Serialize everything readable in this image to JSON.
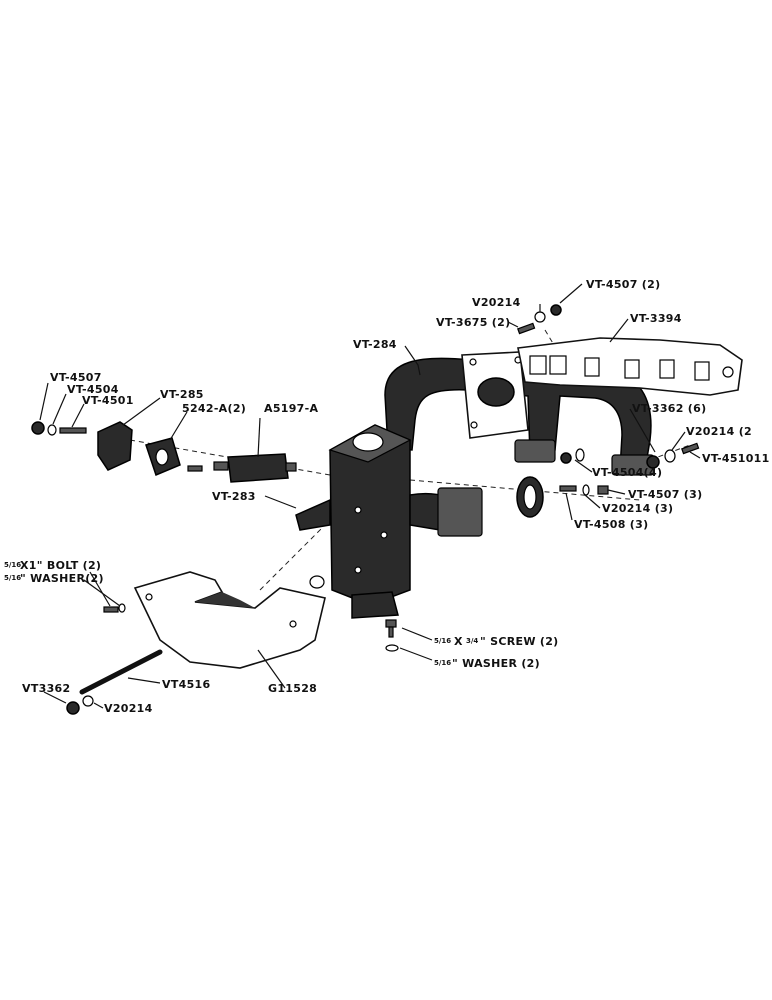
{
  "labels": {
    "vt4507_top": "VT-4507 (2)",
    "v20214_top": "V20214",
    "vt3675": "VT-3675 (2)",
    "vt3394": "VT-3394",
    "vt284": "VT-284",
    "vt3362_6": "VT-3362 (6)",
    "v20214_right": "V20214 (2",
    "vt451011": "VT-451011",
    "vt4504_4": "VT-4504(4)",
    "vt4507_3": "VT-4507 (3)",
    "v20214_3": "V20214 (3)",
    "vt4508_3": "VT-4508 (3)",
    "vt4507_left": "VT-4507",
    "vt4504_left": "VT-4504",
    "vt4501_left": "VT-4501",
    "vt285": "VT-285",
    "p5242a": "5242-A(2)",
    "a5197a": "A5197-A",
    "vt283": "VT-283",
    "bolt_rest": "X1\" BOLT (2)",
    "washer_rest": "\" WASHER(2)",
    "frac_bolt": "5/16",
    "frac_washer": "5/16",
    "screw_rest": "\" SCREW (2)",
    "washer2_rest": "\" WASHER (2)",
    "frac_screw_a": "5/16",
    "frac_screw_b": "3/4",
    "frac_washer2": "5/16",
    "vt3362_left": "VT3362",
    "vt4516": "VT4516",
    "v20214_bottom": "V20214",
    "g11528": "G11528"
  }
}
